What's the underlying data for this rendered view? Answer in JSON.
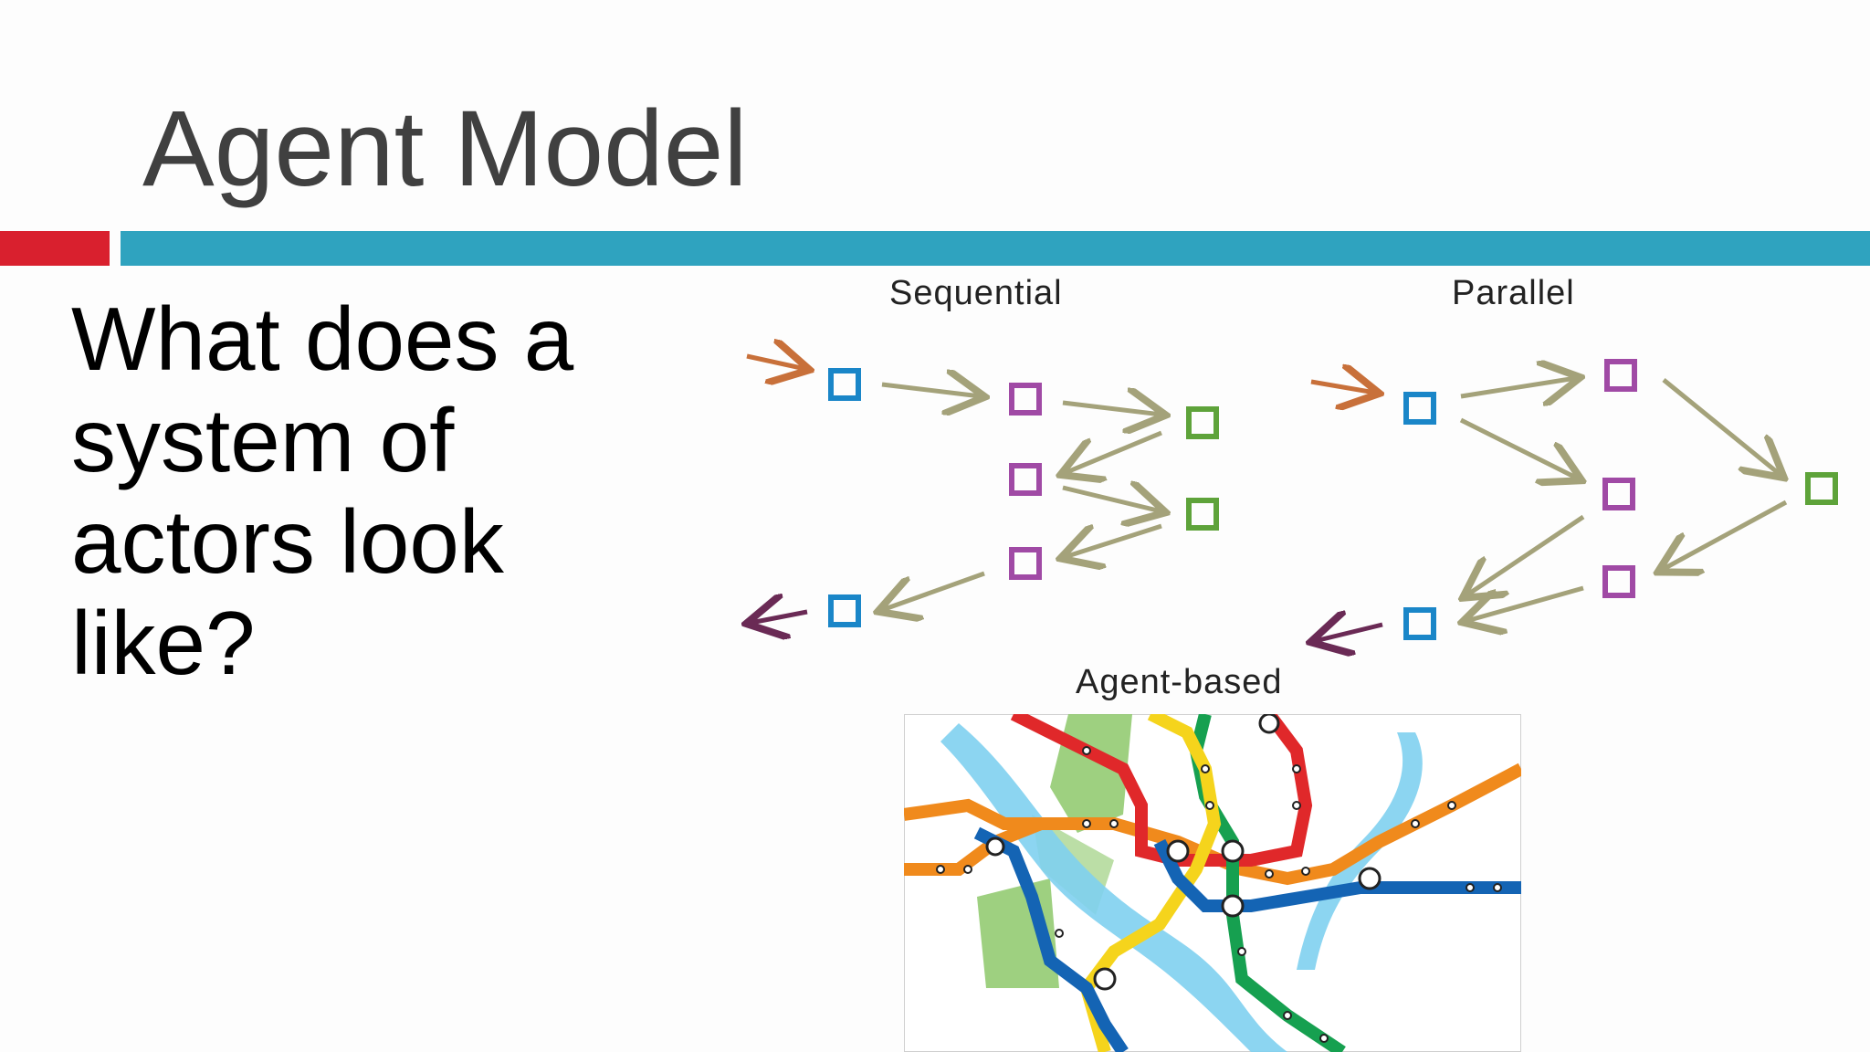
{
  "slide": {
    "title": "Agent Model",
    "question": "What does a system of actors look like?"
  },
  "diagrams": {
    "sequential_label": "Sequential",
    "parallel_label": "Parallel",
    "agent_based_label": "Agent-based"
  },
  "colors": {
    "accent_red": "#d9202e",
    "accent_teal": "#2fa3bf",
    "node_blue": "#1a86c8",
    "node_purple": "#a04aa5",
    "node_green": "#5ea33a",
    "arrow_tan": "#a4a27a",
    "arrow_orange": "#c8703a",
    "arrow_purple": "#6a2a55"
  }
}
